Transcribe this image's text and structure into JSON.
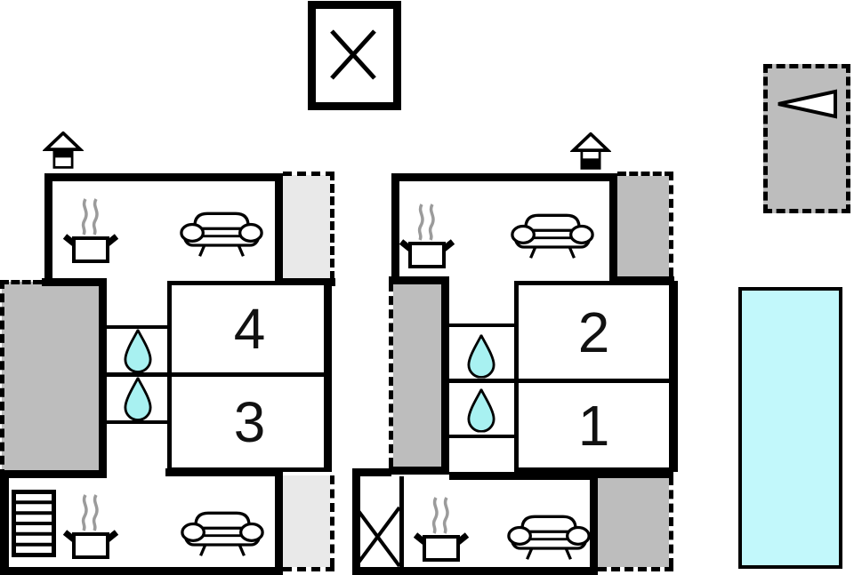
{
  "floor_plan": {
    "left_apartment": {
      "bedroom_upper": {
        "label": "4"
      },
      "bedroom_lower": {
        "label": "3"
      },
      "water_drops": 2,
      "icons": [
        "chimney-icon",
        "stove-icon",
        "sofa-icon",
        "stairs-icon",
        "water-drop-icon"
      ]
    },
    "right_apartment": {
      "bedroom_upper": {
        "label": "2"
      },
      "bedroom_lower": {
        "label": "1"
      },
      "water_drops": 2,
      "icons": [
        "chimney-icon",
        "stove-icon",
        "sofa-icon",
        "wardrobe-icon",
        "water-drop-icon"
      ]
    },
    "outdoor": {
      "pool_icon": "pool-water",
      "skylight_icon": "skylight-x",
      "direction_icon": "west-arrow"
    },
    "colors": {
      "wall": "#000000",
      "terrace_dark": "#bdbdbd",
      "terrace_light": "#e9e9e9",
      "water_drop": "#a8f1f1",
      "pool": "#c2f8fb",
      "steam": "#9b9b9b"
    }
  }
}
